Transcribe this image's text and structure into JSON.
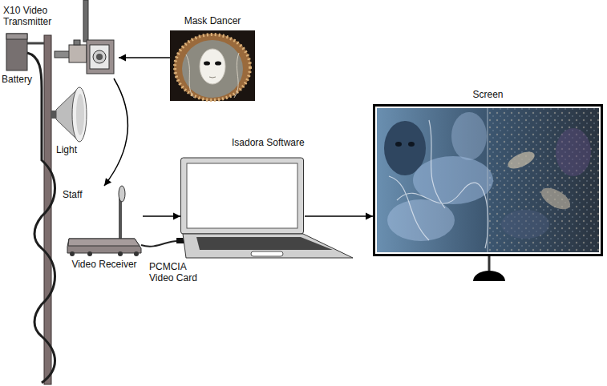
{
  "diagram": {
    "nodes": [
      {
        "text": [
          "X10 Video Transmitter"
        ]
      },
      {
        "text": [
          "Mask Dancer"
        ]
      },
      {
        "text": [
          "Video Receiver"
        ]
      },
      {
        "text": [
          "Isadora Software"
        ]
      },
      {
        "text": [
          "Screen"
        ]
      }
    ],
    "edges": [
      {
        "from": 1,
        "to": 0,
        "arrow": "to"
      },
      {
        "from": 0,
        "to": 2,
        "arrow": "to"
      },
      {
        "from": 2,
        "to": 3,
        "arrow": "to"
      },
      {
        "from": 3,
        "to": 4,
        "arrow": "to"
      }
    ],
    "labels": [
      "Battery",
      "Light",
      "Staff",
      "PCMCIA Video Card"
    ]
  }
}
